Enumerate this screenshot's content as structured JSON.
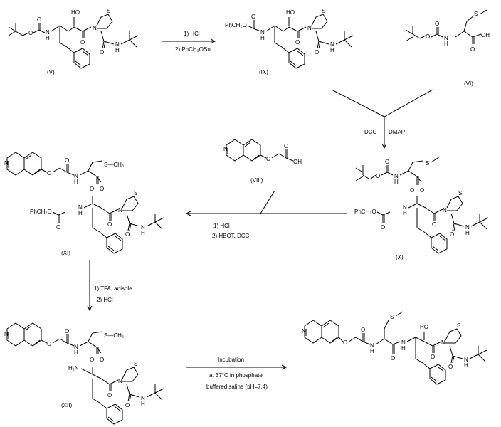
{
  "compounds": {
    "V": "(V)",
    "IX": "(IX)",
    "VI": "(VI)",
    "VIII": "(VIII)",
    "X": "(X)",
    "XI": "(XI)",
    "XII": "(XII)"
  },
  "atoms": {
    "O": "O",
    "OH": "OH",
    "HO": "HO",
    "N": "N",
    "H": "H",
    "S": "S",
    "H2N": "H₂N",
    "PhCH2O": "PhCH₂O",
    "S_CH3": "S—CH₃",
    "S_methyl": "S"
  },
  "reactions": {
    "step1": {
      "line1": "1) HCl",
      "line2": "2) PhCH₂OSu"
    },
    "step2": {
      "reagent1": "DCC",
      "reagent2": "DMAP"
    },
    "step3": {
      "line1": "1) HCl",
      "line2": "2) HBOT, DCC"
    },
    "step4": {
      "line1": "1) TFA, anisole",
      "line2": "2) HCl"
    },
    "step5": {
      "line1": "Incubation",
      "line2": "at 37°C in phosphate",
      "line3": "buffered saline (pH=7.4)"
    }
  }
}
